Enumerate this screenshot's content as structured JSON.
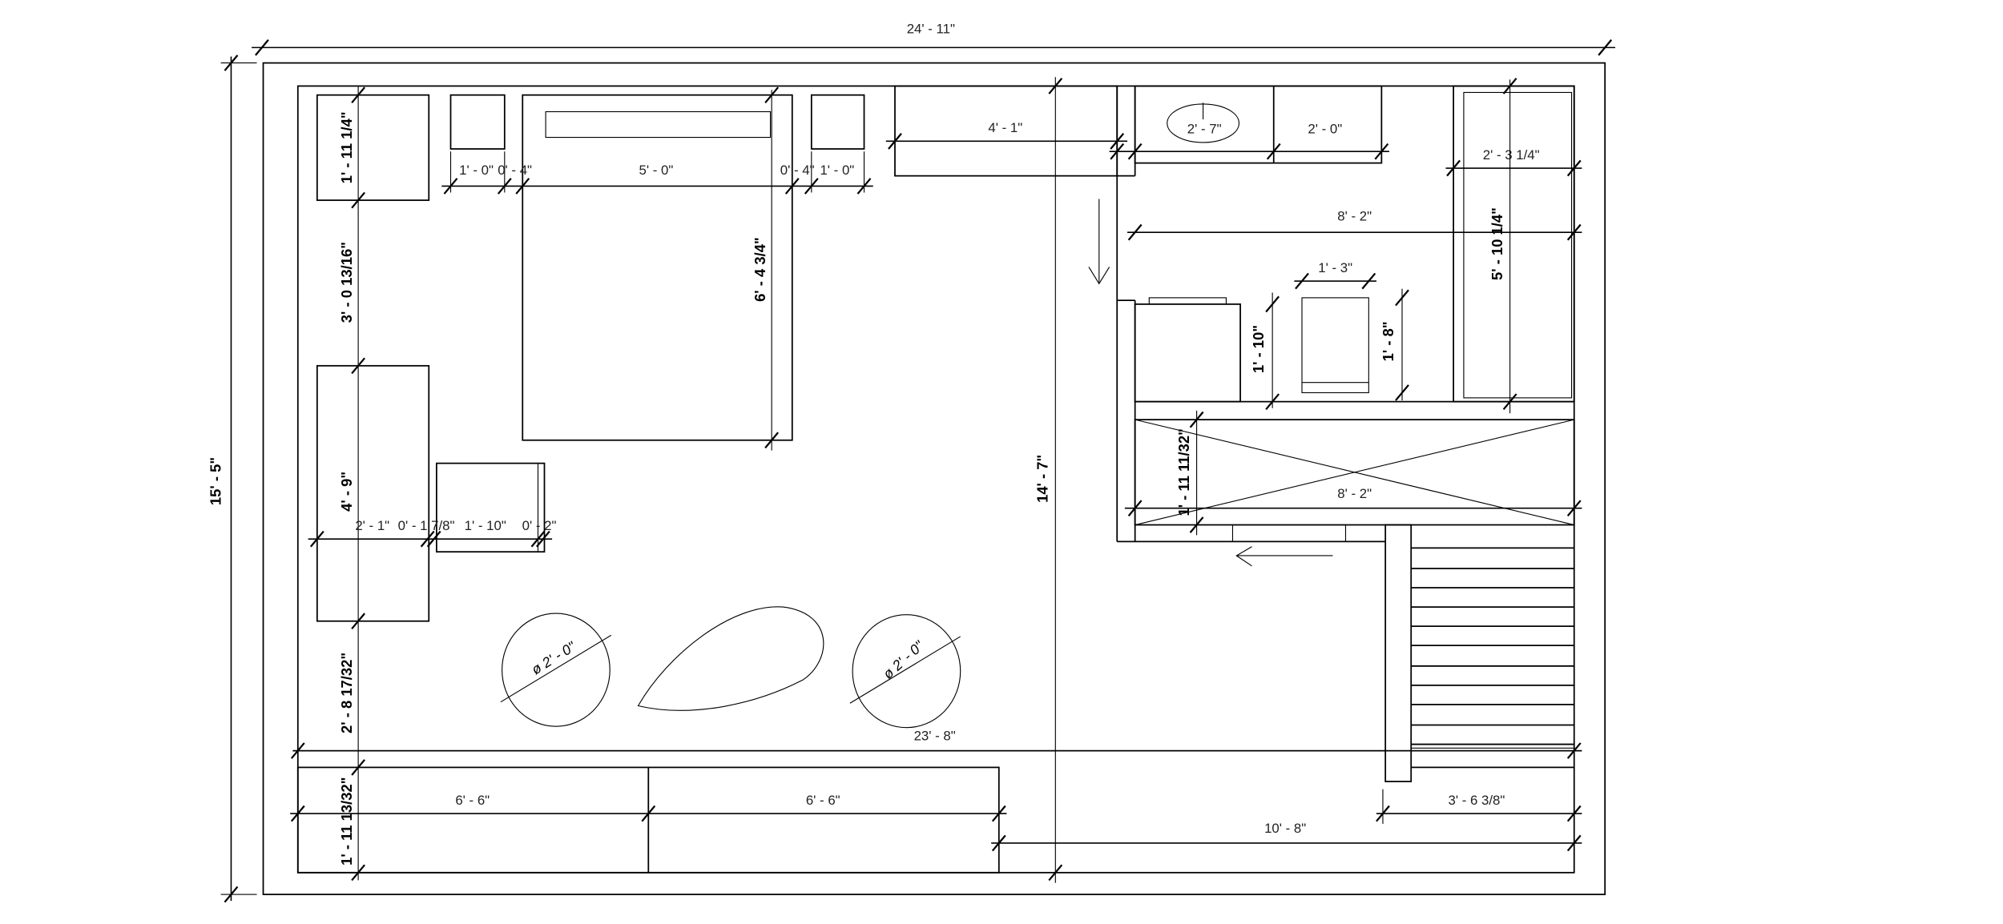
{
  "dimensions": {
    "overall_width": "24' - 11\"",
    "overall_height": "15' - 5\"",
    "left_wardrobe": "1' - 11 1/4\"",
    "left_gap": "3' - 0 13/16\"",
    "left_cabinet": "4' - 9\"",
    "left_lower_gap": "2' - 8 17/32\"",
    "bottom_counter_depth": "1' - 11 13/32\"",
    "nightstand_left": "1' - 0\"",
    "gap_left": "0' - 4\"",
    "bed_width": "5' - 0\"",
    "gap_right": "0' - 4\"",
    "nightstand_right": "1' - 0\"",
    "bed_length": "6' - 4 3/4\"",
    "desk_width": "4' - 1\"",
    "chair_row": [
      "2' - 1\"",
      "0' - 1 7/8\"",
      "1' - 10\"",
      "0' - 2\""
    ],
    "stool_left": "ø 2' - 0\"",
    "stool_right": "ø 2' - 0\"",
    "room_width": "23' - 8\"",
    "counter_left": "6' - 6\"",
    "counter_right": "6' - 6\"",
    "room_depth": "14' - 7\"",
    "sink_counter": "2' - 7\"",
    "vanity_counter": "2' - 0\"",
    "bath_width": "8' - 2\"",
    "shower_width": "2' - 3 1/4\"",
    "shower_length": "5' - 10 1/4\"",
    "toilet_width": "1' - 3\"",
    "toilet_depth": "1' - 8\"",
    "washer_depth": "1' - 10\"",
    "closet_width": "8' - 2\"",
    "closet_depth": "1' - 11 11/32\"",
    "stair_width": "3' - 6 3/8\"",
    "bottom_right_width": "10' - 8\""
  }
}
